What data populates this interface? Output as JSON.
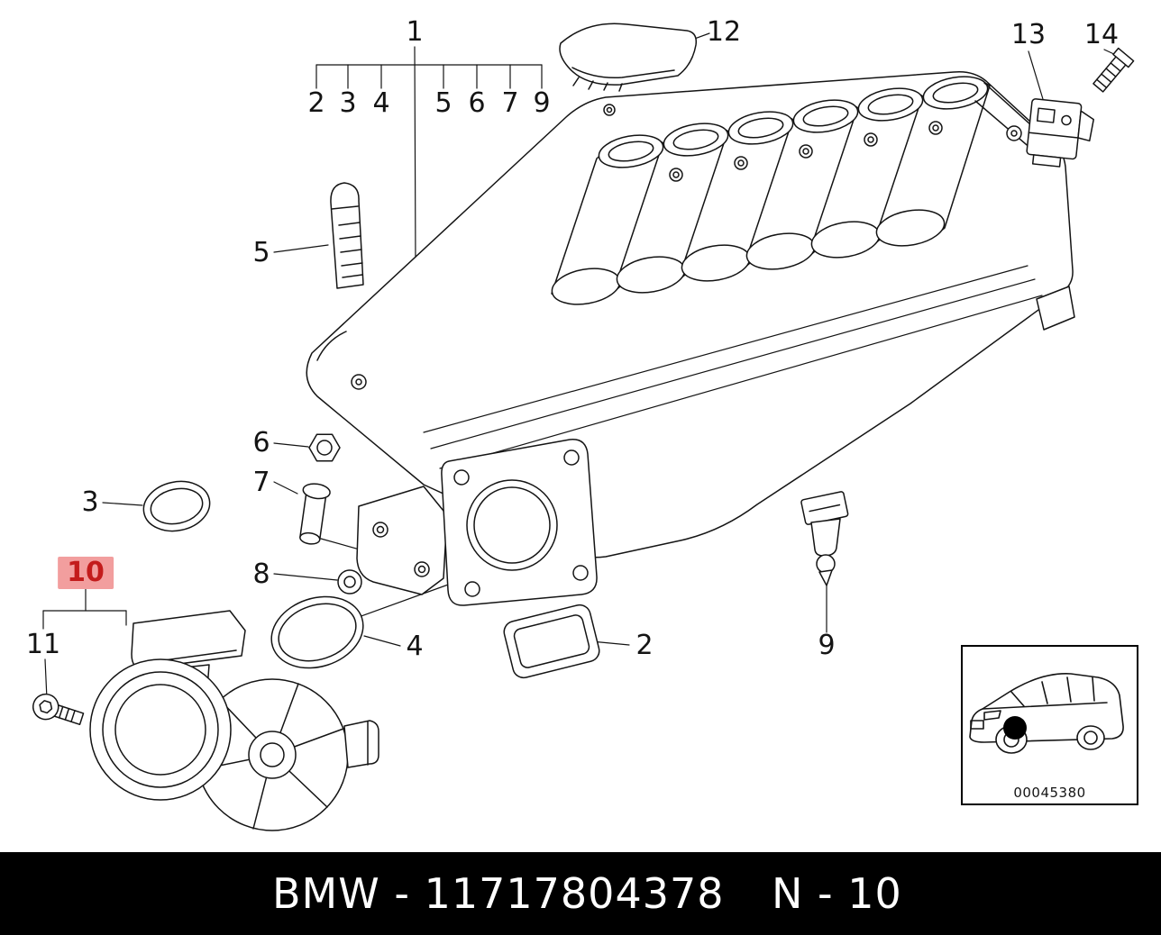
{
  "diagram": {
    "group": {
      "parent_label": "1",
      "members": [
        "2",
        "3",
        "4",
        "5",
        "6",
        "7",
        "9"
      ]
    },
    "callouts": {
      "c2": "2",
      "c3": "3",
      "c4": "4",
      "c5": "5",
      "c6": "6",
      "c7": "7",
      "c8": "8",
      "c9": "9",
      "c10": "10",
      "c11": "11",
      "c12": "12",
      "c13": "13",
      "c14": "14"
    },
    "highlight": {
      "applies_to": "10",
      "background": "#f29e9e",
      "color": "#c31c1c"
    }
  },
  "thumbnail": {
    "code": "00045380"
  },
  "footer": {
    "left": "BMW - 11717804378",
    "right": "N - 10",
    "background": "#000000",
    "color": "#ffffff"
  }
}
